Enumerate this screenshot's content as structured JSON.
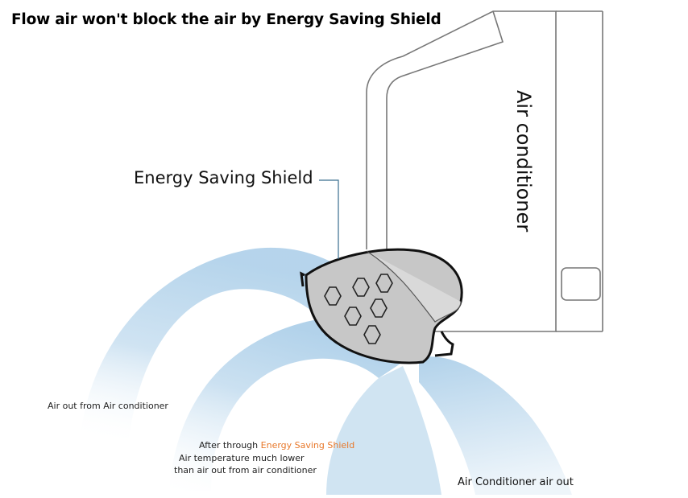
{
  "title": "Flow air won't block the air by Energy Saving Shield",
  "labels": {
    "energy_saving_shield": "Energy Saving Shield",
    "air_conditioner": "Air conditioner",
    "air_out_from_ac": "Air out from Air conditioner",
    "after_through_prefix": "After through ",
    "after_through_highlight": "Energy Saving Shield",
    "temp_line1": "Air temperature much lower",
    "temp_line2": "than air out from air conditioner",
    "ac_air_out": "Air Conditioner air out"
  },
  "colors": {
    "airflow": "#a9cde8",
    "shield_fill": "#bdbdbd",
    "outline": "#111111",
    "unit_line": "#777777",
    "highlight": "#e8782a",
    "leader_line": "#3a6f8f"
  }
}
